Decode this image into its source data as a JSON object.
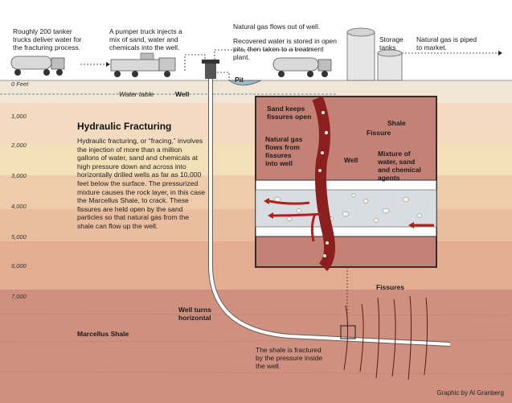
{
  "labels": {
    "tanker_trucks": "Roughly 200 tanker\ntrucks deliver water for\nthe fracturing process.",
    "pumper_truck": "A pumper truck injects a\nmix of sand, water and\nchemicals into the well.",
    "gas_flows_out": "Natural gas flows out of well.",
    "recovered_water": "Recovered water is stored in open\npits, then taken to a treatment\nplant.",
    "storage_tanks": "Storage\ntanks",
    "gas_piped": "Natural gas is piped\nto market.",
    "pit": "Pit",
    "water_table": "Water table",
    "well": "Well",
    "well_turns": "Well turns\nhorizontal",
    "marcellus_shale": "Marcellus Shale",
    "fissures": "Fissures",
    "shale_fractured": "The shale is fractured\nby the pressure inside\nthe well."
  },
  "depths": [
    "0 Feet",
    "1,000",
    "2,000",
    "3,000",
    "4,000",
    "5,000",
    "6,000",
    "7,000"
  ],
  "info": {
    "title": "Hydraulic Fracturing",
    "body": "Hydraulic fracturing, or “fracing,” involves the injection of more than a million gallons of water, sand and chemicals at high pressure down and across into horizontally drilled wells as far as 10,000 feet below the surface. The pressurized mixture causes the rock layer, in this case the Marcellus Shale, to crack. These fissures are held open by the sand particles so that natural gas from the shale can flow up the well."
  },
  "inset": {
    "sand_keeps": "Sand keeps\nfissures open",
    "shale": "Shale",
    "fissure": "Fissure",
    "gas_flows": "Natural gas\nflows from\nfissures\ninto well",
    "well": "Well",
    "mixture": "Mixture of\nwater, sand\nand chemical\nagents"
  },
  "credit": "Graphic by Al Granberg",
  "colors": {
    "sky": "#ffffff",
    "layer1": "#f1d8bc",
    "layer2": "#f3ddb4",
    "layer3": "#eac3a2",
    "layer4": "#e6b394",
    "layer5": "#ddA589",
    "shale": "#c9877c",
    "fissure": "#8b1e1e",
    "pipe": "#ffffff"
  }
}
